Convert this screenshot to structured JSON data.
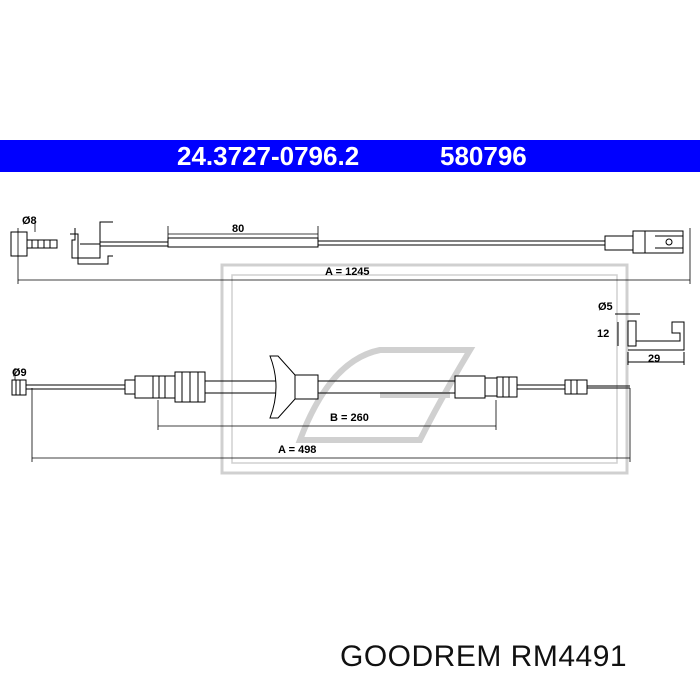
{
  "header": {
    "part_number": "24.3727-0796.2",
    "ref_number": "580796",
    "background_color": "#0000ff",
    "text_color": "#ffffff"
  },
  "cable1": {
    "diameter_label": "Ø8",
    "sheath_label": "80",
    "length_label": "A = 1245"
  },
  "fork_detail": {
    "diameter_label": "Ø5",
    "height_label": "12",
    "width_label": "29"
  },
  "cable2": {
    "diameter_label": "Ø9",
    "sheath_label": "B = 260",
    "length_label": "A = 498"
  },
  "caption": "GOODREM RM4491",
  "icons": [
    "ate-watermark-logo"
  ]
}
